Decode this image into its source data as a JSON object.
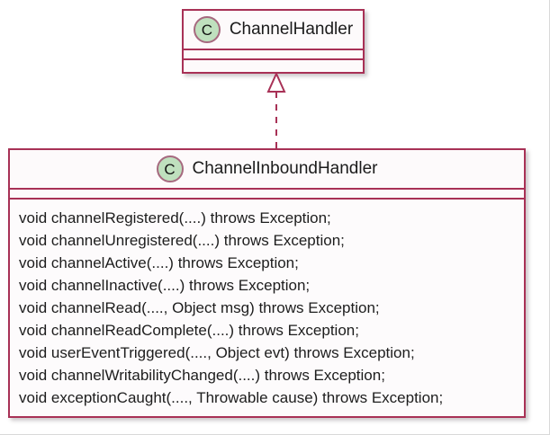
{
  "diagram": {
    "kind": "uml-class-diagram",
    "colors": {
      "box_border": "#a83156",
      "box_fill": "#fdfafb",
      "icon_fill": "#bfe0be",
      "icon_border": "#a6697f",
      "connector": "#a83156",
      "text": "#1d1d1d",
      "page_background": "#ffffff"
    },
    "classes": [
      {
        "id": "channel-handler",
        "stereotype_icon": "class-icon",
        "icon_letter": "C",
        "name": "ChannelHandler",
        "attributes": [],
        "methods": []
      },
      {
        "id": "channel-inbound-handler",
        "stereotype_icon": "class-icon",
        "icon_letter": "C",
        "name": "ChannelInboundHandler",
        "attributes": [],
        "methods": [
          "void channelRegistered(....) throws Exception;",
          "void channelUnregistered(....) throws Exception;",
          "void channelActive(....) throws Exception;",
          "void channelInactive(....) throws Exception;",
          "void channelRead(...., Object msg) throws Exception;",
          "void channelReadComplete(....) throws Exception;",
          "void userEventTriggered(...., Object evt) throws Exception;",
          "void channelWritabilityChanged(....) throws Exception;",
          "void exceptionCaught(...., Throwable cause) throws Exception;"
        ]
      }
    ],
    "relationships": [
      {
        "id": "realization",
        "type": "realization",
        "line_style": "dashed",
        "arrow_head": "hollow-triangle",
        "from": "ChannelInboundHandler",
        "to": "ChannelHandler"
      }
    ]
  }
}
